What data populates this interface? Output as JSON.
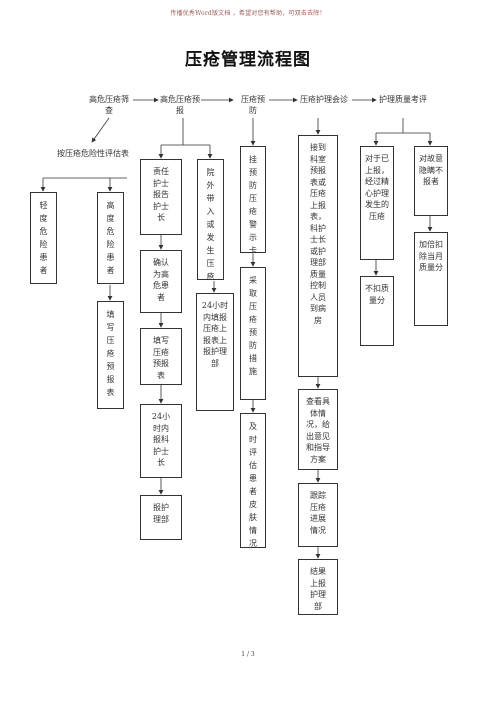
{
  "banner": "传播优秀Word版文档 ，希望对您有帮助，可双击去除！",
  "title": "压疮管理流程图",
  "headers": [
    "高危压疮筛查",
    "高危压疮预报",
    "压疮预防",
    "压疮护理会诊",
    "护理质量考评"
  ],
  "assess_label": "按压疮危险性评估表",
  "col1": {
    "low": "轻度危险患者",
    "high": "高度危险患者",
    "fill": "填写压疮预报表"
  },
  "col2": {
    "a1": "责任护士报告护士长",
    "a2": "确认为高危患者",
    "a3": "填写压疮预报表",
    "a4": "24小时内报科护士长",
    "a5": "报护理部",
    "b1": "院外带入或发生压疮",
    "b2": "24小时内填报压疮上报表上报护理部"
  },
  "col3": {
    "c1": "挂预防压疮警示卡",
    "c2": "采取压疮预防措施",
    "c3": "及时评估患者皮肤情况"
  },
  "col4": {
    "d1": "接到科室预报表或压疮上报表，科护士长或护理部质量控制人员到病房",
    "d2": "查看具体情况，给出意见和指导方案",
    "d3": "跟踪压疮进展情况",
    "d4": "结果上报护理部"
  },
  "col5": {
    "e1": "对于已上报，经过精心护理发生的压疮",
    "e2": "不扣质量分",
    "f1": "对故意隐瞒不报者",
    "f2": "加倍扣除当月质量分"
  },
  "footer": "1 / 3"
}
